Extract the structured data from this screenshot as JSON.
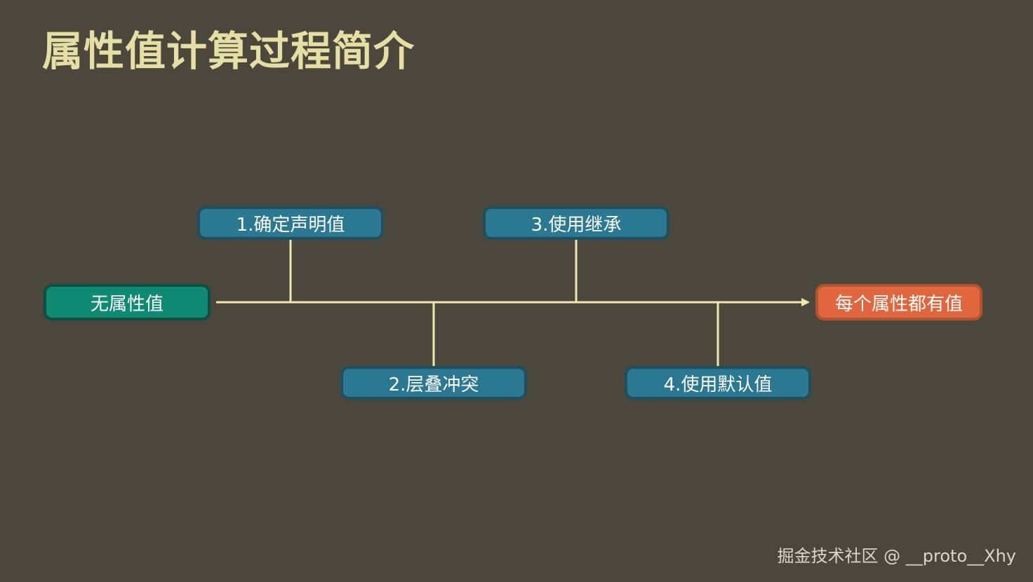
{
  "title": "属性值计算过程简介",
  "start": {
    "label": "无属性值"
  },
  "end": {
    "label": "每个属性都有值"
  },
  "steps": [
    {
      "label": "1.确定声明值"
    },
    {
      "label": "2.层叠冲突"
    },
    {
      "label": "3.使用继承"
    },
    {
      "label": "4.使用默认值"
    }
  ],
  "watermark": "掘金技术社区 @ __proto__Xhy",
  "colors": {
    "background": "#4b473d",
    "title": "#e6dfa3",
    "line": "#efe8aa",
    "step_fill": "#2a7891",
    "start_fill": "#0e8a73",
    "end_fill": "#e2663d"
  }
}
